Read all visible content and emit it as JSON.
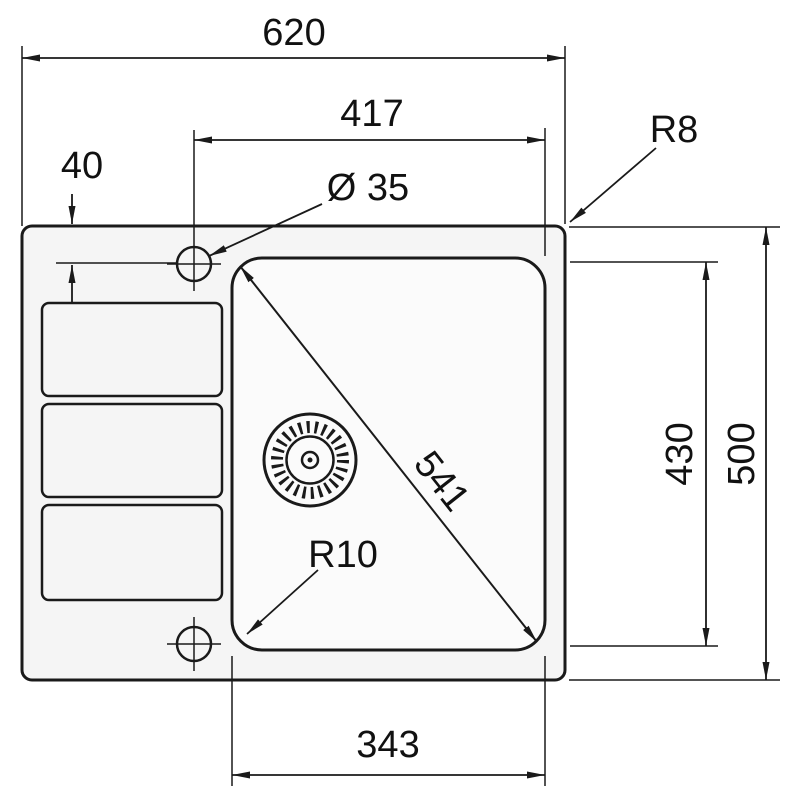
{
  "drawing": {
    "kind": "sink-dimension-diagram",
    "colors": {
      "line": "#1a1a1a",
      "body_fill": "#f5f5f5",
      "bowl_fill": "#fbfbfb",
      "background": "#ffffff"
    },
    "dimensions": {
      "overall_width": "620",
      "faucet_to_bowl_edge": "417",
      "rim_to_faucet": "40",
      "faucet_hole_diameter": "Ø 35",
      "outer_corner_radius": "R8",
      "bowl_diagonal": "541",
      "bowl_length": "430",
      "overall_depth": "500",
      "bowl_corner_radius": "R10",
      "bowl_width": "343"
    }
  }
}
